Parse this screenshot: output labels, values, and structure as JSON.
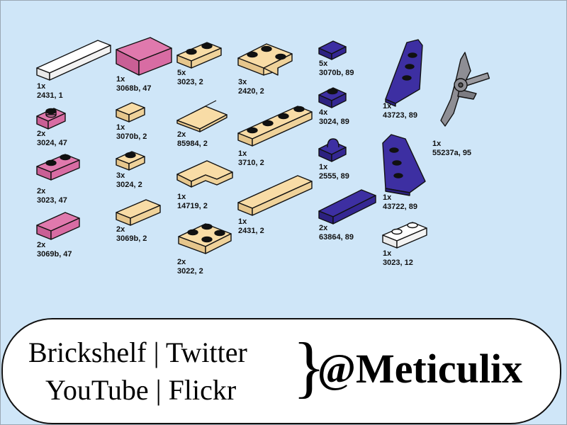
{
  "colors": {
    "background": "#cfe6f8",
    "white": "#ffffff",
    "pink": "#e079ad",
    "tan": "#f8dca6",
    "blue": "#3d2fa2",
    "gray": "#8e8e94"
  },
  "parts": [
    {
      "id": "p1",
      "qty": "1x",
      "label": "2431, 1",
      "color": "white",
      "icon": "tile-1x4-white"
    },
    {
      "id": "p2",
      "qty": "2x",
      "label": "3024, 47",
      "color": "pink",
      "icon": "plate-1x1-pink"
    },
    {
      "id": "p3",
      "qty": "2x",
      "label": "3023, 47",
      "color": "pink",
      "icon": "plate-1x2-pink"
    },
    {
      "id": "p4",
      "qty": "2x",
      "label": "3069b, 47",
      "color": "pink",
      "icon": "tile-1x2-pink"
    },
    {
      "id": "p5",
      "qty": "1x",
      "label": "3068b, 47",
      "color": "pink",
      "icon": "tile-2x2-pink"
    },
    {
      "id": "p6",
      "qty": "1x",
      "label": "3070b, 2",
      "color": "tan",
      "icon": "tile-1x1-tan"
    },
    {
      "id": "p7",
      "qty": "3x",
      "label": "3024, 2",
      "color": "tan",
      "icon": "plate-1x1-tan"
    },
    {
      "id": "p8",
      "qty": "2x",
      "label": "3069b, 2",
      "color": "tan",
      "icon": "tile-1x2-tan"
    },
    {
      "id": "p9",
      "qty": "5x",
      "label": "3023, 2",
      "color": "tan",
      "icon": "plate-1x2-tan"
    },
    {
      "id": "p10",
      "qty": "2x",
      "label": "85984, 2",
      "color": "tan",
      "icon": "slope-tan"
    },
    {
      "id": "p11",
      "qty": "1x",
      "label": "14719, 2",
      "color": "tan",
      "icon": "corner-tile-tan"
    },
    {
      "id": "p12",
      "qty": "2x",
      "label": "3022, 2",
      "color": "tan",
      "icon": "plate-2x2-tan"
    },
    {
      "id": "p13",
      "qty": "3x",
      "label": "2420, 2",
      "color": "tan",
      "icon": "corner-plate-tan"
    },
    {
      "id": "p14",
      "qty": "1x",
      "label": "3710, 2",
      "color": "tan",
      "icon": "plate-1x4-tan"
    },
    {
      "id": "p15",
      "qty": "1x",
      "label": "2431, 2",
      "color": "tan",
      "icon": "tile-1x4-tan"
    },
    {
      "id": "p16",
      "qty": "5x",
      "label": "3070b, 89",
      "color": "blue",
      "icon": "tile-1x1-blue"
    },
    {
      "id": "p17",
      "qty": "4x",
      "label": "3024, 89",
      "color": "blue",
      "icon": "plate-1x1-blue"
    },
    {
      "id": "p18",
      "qty": "1x",
      "label": "2555, 89",
      "color": "blue",
      "icon": "clip-tile-blue"
    },
    {
      "id": "p19",
      "qty": "2x",
      "label": "63864, 89",
      "color": "blue",
      "icon": "tile-1x3-blue"
    },
    {
      "id": "p20",
      "qty": "1x",
      "label": "43723, 89",
      "color": "blue",
      "icon": "wedge-left-blue"
    },
    {
      "id": "p21",
      "qty": "1x",
      "label": "43722, 89",
      "color": "blue",
      "icon": "wedge-right-blue"
    },
    {
      "id": "p22",
      "qty": "1x",
      "label": "3023, 12",
      "color": "white",
      "icon": "plate-1x2-clear"
    },
    {
      "id": "p23",
      "qty": "1x",
      "label": "55237a, 95",
      "color": "gray",
      "icon": "propeller-gray"
    }
  ],
  "banner": {
    "line1": "Brickshelf | Twitter",
    "line2": "YouTube | Flickr",
    "brace": "}",
    "handle": "@Meticulix"
  }
}
